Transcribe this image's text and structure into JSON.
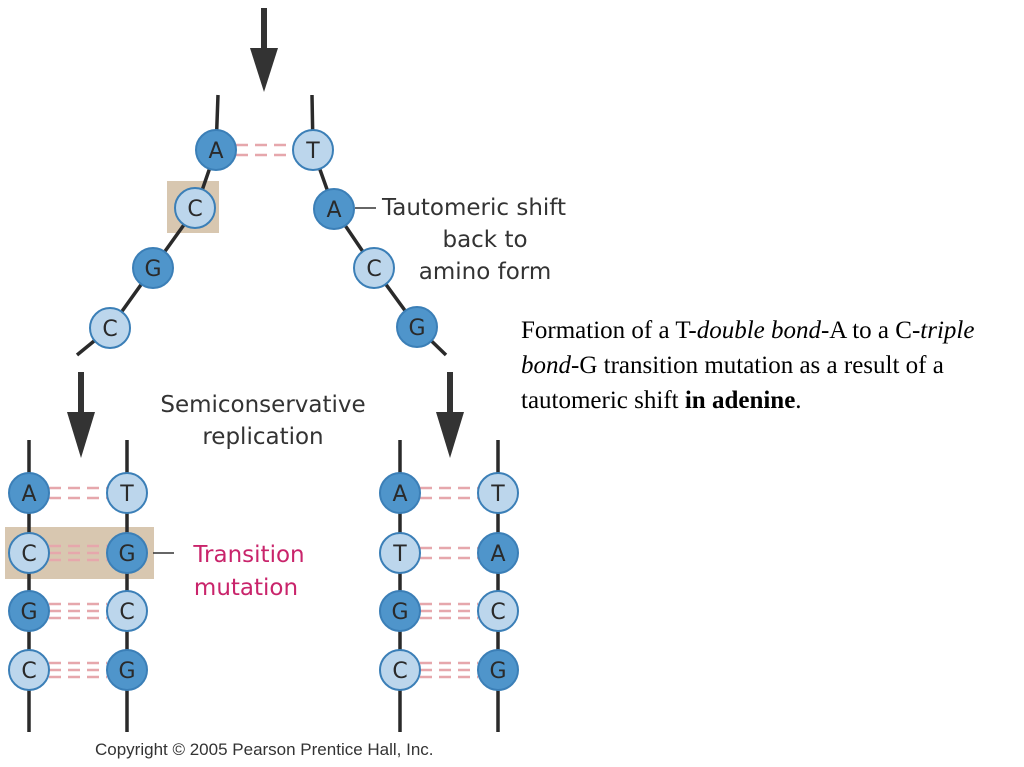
{
  "colors": {
    "dark_base": "#4f95cb",
    "light_base": "#bcd6ec",
    "base_stroke": "#3b7fb7",
    "strand": "#2a2a2a",
    "hbond": "#e6a7ac",
    "highlight": "#d8c7b0",
    "mutation_label": "#c9246b"
  },
  "top_pair": {
    "left": "A",
    "right": "T"
  },
  "left_strand": [
    "C",
    "G",
    "C"
  ],
  "right_strand": [
    "A",
    "C",
    "G"
  ],
  "labels": {
    "tautomeric_shift": [
      "Tautomeric shift",
      "back to",
      "amino form"
    ],
    "replication": [
      "Semiconservative",
      "replication"
    ],
    "transition": [
      "Transition",
      "mutation"
    ]
  },
  "left_duplex": [
    {
      "left": "A",
      "right": "T",
      "bonds": 2
    },
    {
      "left": "C",
      "right": "G",
      "bonds": 3
    },
    {
      "left": "G",
      "right": "C",
      "bonds": 3
    },
    {
      "left": "C",
      "right": "G",
      "bonds": 3
    }
  ],
  "right_duplex": [
    {
      "left": "A",
      "right": "T",
      "bonds": 2
    },
    {
      "left": "T",
      "right": "A",
      "bonds": 2
    },
    {
      "left": "G",
      "right": "C",
      "bonds": 3
    },
    {
      "left": "C",
      "right": "G",
      "bonds": 3
    }
  ],
  "caption": {
    "p1": "Formation of a T-",
    "i1": "double bond",
    "p2": "-A to a C-",
    "i2": "triple bond",
    "p3": "-G transition mutation as a result of a tautomeric shift ",
    "b1": "in adenine",
    "p4": "."
  },
  "copyright": "Copyright © 2005 Pearson Prentice Hall, Inc."
}
